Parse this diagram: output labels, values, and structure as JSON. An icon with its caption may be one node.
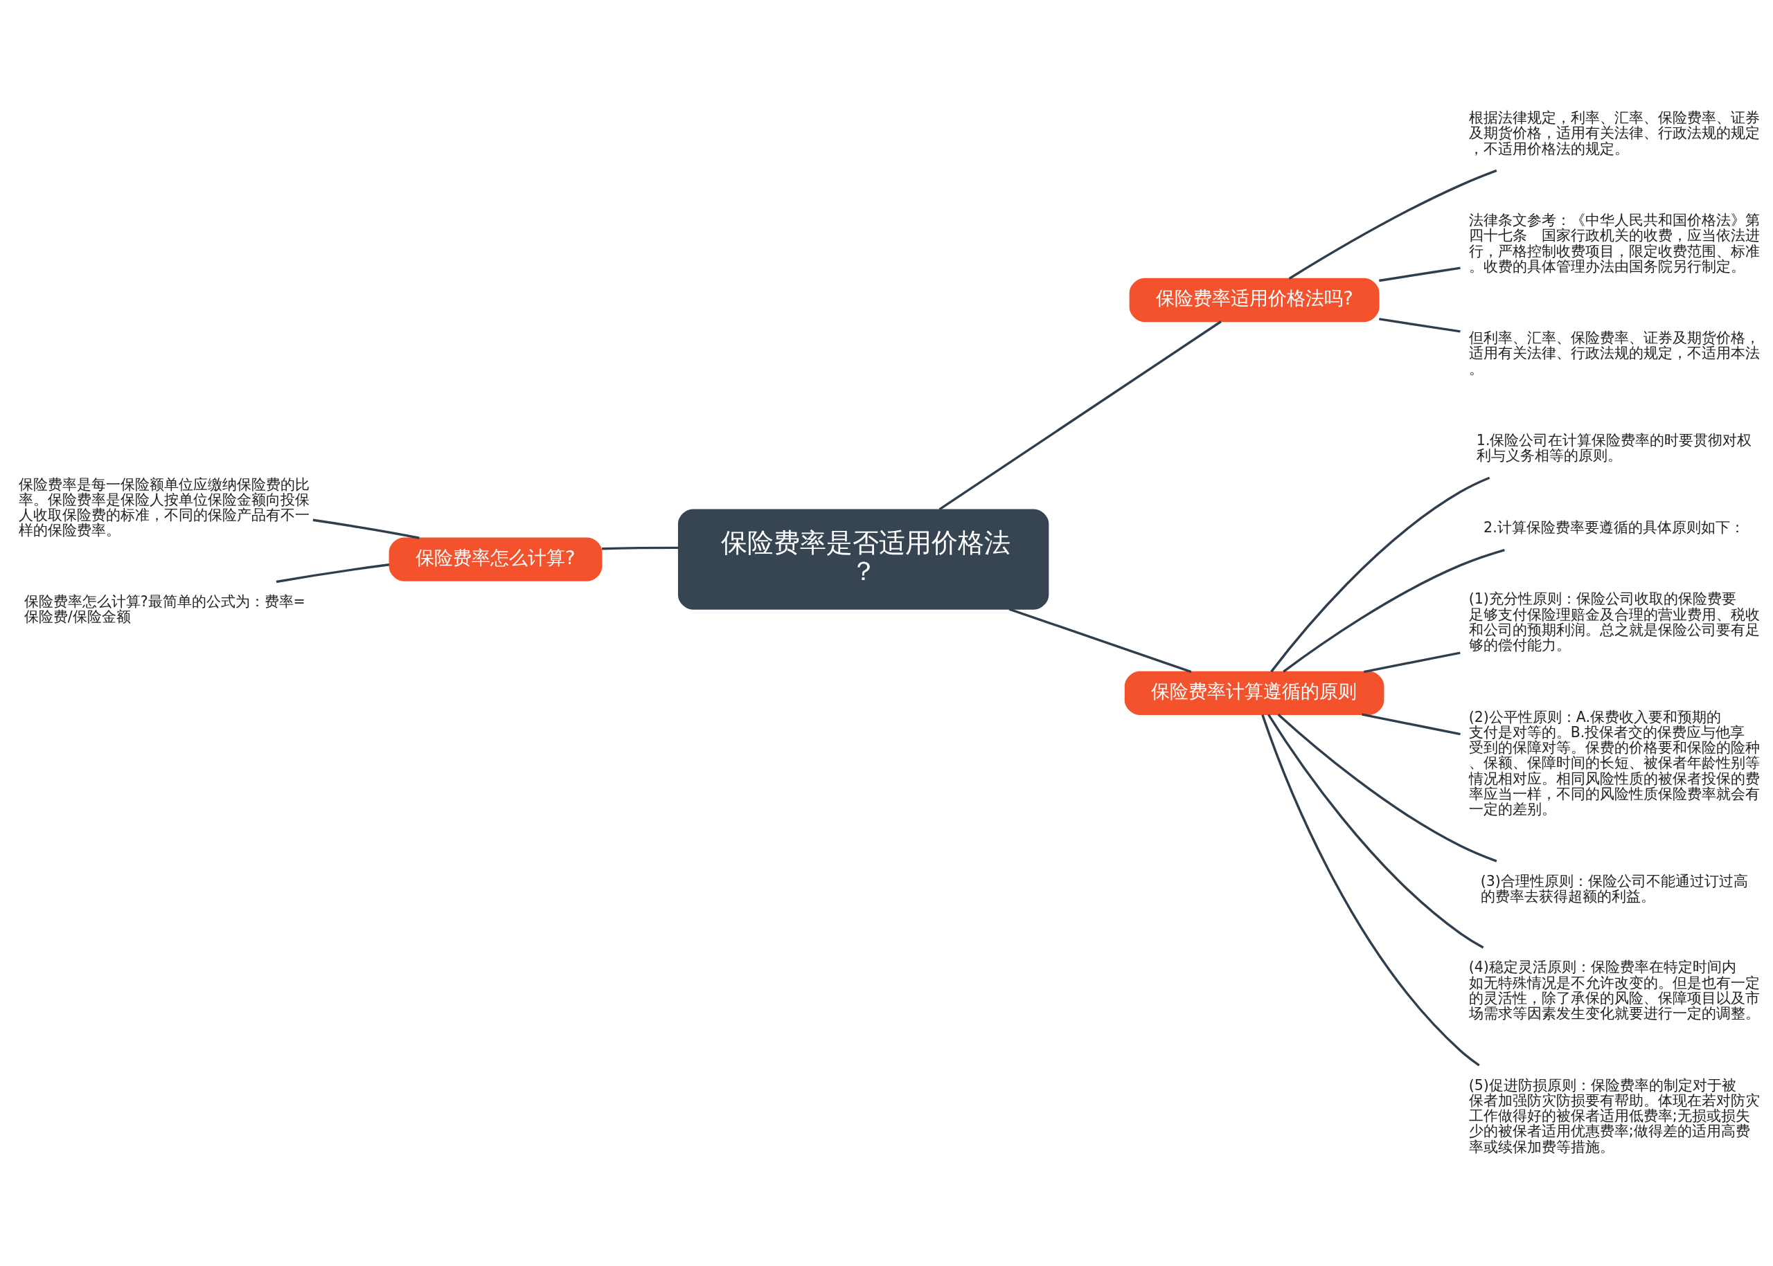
{
  "diagram": {
    "nodes": [
      {
        "text": [
          "保险费率是否适用价格法？"
        ]
      },
      {
        "text": [
          "保险费率适用价格法吗?"
        ]
      },
      {
        "text": [
          "根据法律规定，利率、汇率、保险费率、证券及期货价格，适用有关法律、行政法规的规定，不适用价格法的规定。"
        ]
      },
      {
        "text": [
          "法律条文参考：《中华人民共和国价格法》第四十七条　国家行政机关的收费，应当依法进行，严格控制收费项目，限定收费范围、标准。收费的具体管理办法由国务院另行制定。"
        ]
      },
      {
        "text": [
          "但利率、汇率、保险费率、证券及期货价格，适用有关法律、行政法规的规定，不适用本法。"
        ]
      },
      {
        "text": [
          "保险费率计算遵循的原则"
        ]
      },
      {
        "text": [
          "1.保险公司在计算保险费率的时要贯彻对权利与义务相等的原则。"
        ]
      },
      {
        "text": [
          "2.计算保险费率要遵循的具体原则如下："
        ]
      },
      {
        "text": [
          "(1)充分性原则：保险公司收取的保险费要足够支付保险理赔金及合理的营业费用、税收和公司的预期利润。总之就是保险公司要有足够的偿付能力。"
        ]
      },
      {
        "text": [
          "(2)公平性原则：A.保费收入要和预期的支付是对等的。B.投保者交的保费应与他享受到的保障对等。保费的价格要和保险的险种、保额、保障时间的长短、被保者年龄性别等情况相对应。相同风险性质的被保者投保的费率应当一样，不同的风险性质保险费率就会有一定的差别。"
        ]
      },
      {
        "text": [
          "(3)合理性原则：保险公司不能通过订过高的费率去获得超额的利益。"
        ]
      },
      {
        "text": [
          "(4)稳定灵活原则：保险费率在特定时间内如无特殊情况是不允许改变的。但是也有一定的灵活性，除了承保的风险、保障项目以及市场需求等因素发生变化就要进行一定的调整。"
        ]
      },
      {
        "text": [
          "(5)促进防损原则：保险费率的制定对于被保者加强防灾防损要有帮助。体现在若对防灾工作做得好的被保者适用低费率;无损或损失少的被保者适用优惠费率;做得差的适用高费率或续保加费等措施。"
        ]
      },
      {
        "text": [
          "保险费率怎么计算?"
        ]
      },
      {
        "text": [
          "保险费率是每一保险额单位应缴纳保险费的比率。保险费率是保险人按单位保险金额向投保人收取保险费的标准，不同的保险产品有不一样的保险费率。"
        ]
      },
      {
        "text": [
          "保险费率怎么计算?最简单的公式为：费率=保险费/保险金额"
        ]
      }
    ],
    "edges": [
      {
        "from": 0,
        "to": 1,
        "arrow": "none"
      },
      {
        "from": 1,
        "to": 2,
        "arrow": "none"
      },
      {
        "from": 1,
        "to": 3,
        "arrow": "none"
      },
      {
        "from": 1,
        "to": 4,
        "arrow": "none"
      },
      {
        "from": 0,
        "to": 5,
        "arrow": "none"
      },
      {
        "from": 5,
        "to": 6,
        "arrow": "none"
      },
      {
        "from": 5,
        "to": 7,
        "arrow": "none"
      },
      {
        "from": 5,
        "to": 8,
        "arrow": "none"
      },
      {
        "from": 5,
        "to": 9,
        "arrow": "none"
      },
      {
        "from": 5,
        "to": 10,
        "arrow": "none"
      },
      {
        "from": 5,
        "to": 11,
        "arrow": "none"
      },
      {
        "from": 5,
        "to": 12,
        "arrow": "none"
      },
      {
        "from": 0,
        "to": 13,
        "arrow": "none"
      },
      {
        "from": 13,
        "to": 14,
        "arrow": "none"
      },
      {
        "from": 13,
        "to": 15,
        "arrow": "none"
      }
    ]
  }
}
